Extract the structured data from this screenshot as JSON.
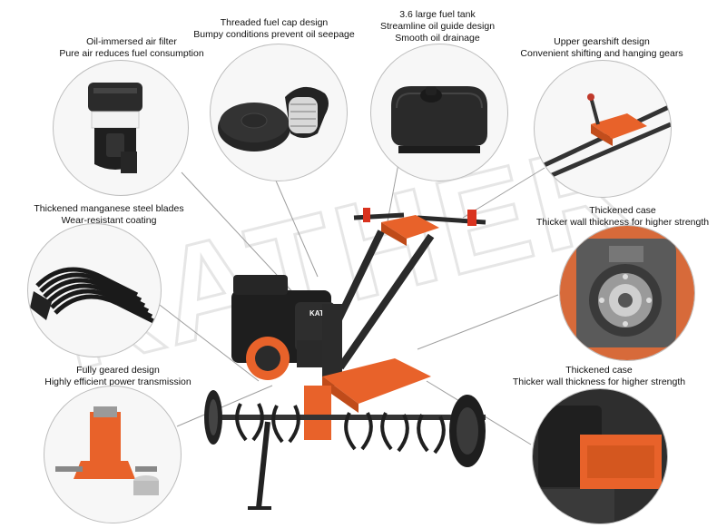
{
  "watermark": "KATHER",
  "engine_brand": "KATHER",
  "features": [
    {
      "id": "air-filter",
      "title": "Oil-immersed air filter",
      "subtitle": "Pure air reduces fuel consumption"
    },
    {
      "id": "fuel-cap",
      "title": "Threaded fuel cap design",
      "subtitle": "Bumpy conditions prevent oil seepage"
    },
    {
      "id": "fuel-tank",
      "title": "3.6 large fuel tank",
      "subtitle": "Streamline oil guide design",
      "subtitle2": "Smooth oil drainage"
    },
    {
      "id": "gearshift",
      "title": "Upper gearshift design",
      "subtitle": "Convenient shifting and hanging gears"
    },
    {
      "id": "blades",
      "title": "Thickened manganese steel blades",
      "subtitle": "Wear-resistant coating"
    },
    {
      "id": "case-1",
      "title": "Thickened case",
      "subtitle": "Thicker wall thickness for higher strength"
    },
    {
      "id": "geared",
      "title": "Fully geared design",
      "subtitle": "Highly efficient power transmission"
    },
    {
      "id": "case-2",
      "title": "Thickened case",
      "subtitle": "Thicker wall thickness for higher strength"
    }
  ],
  "colors": {
    "orange": "#e8622a",
    "black": "#1e1e1e",
    "grey": "#9e9e9e"
  }
}
